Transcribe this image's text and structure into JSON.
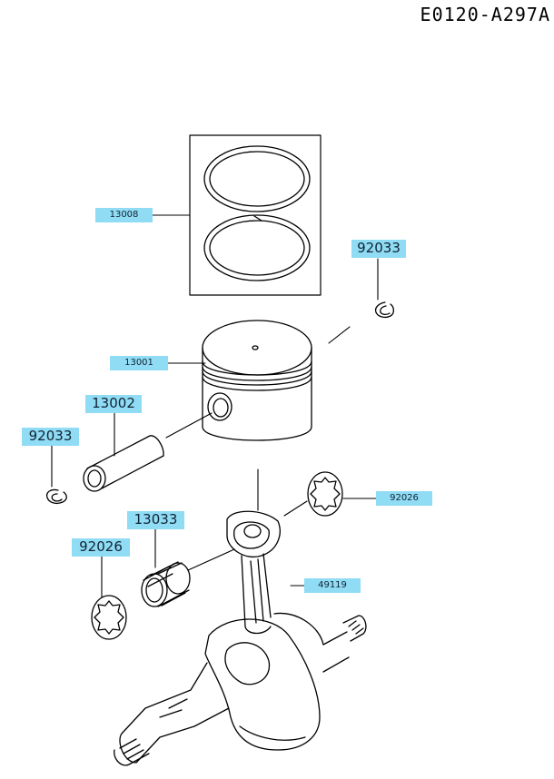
{
  "diagram_code": "E0120-A297A",
  "callouts": {
    "piston_ring_set": "13008",
    "piston": "13001",
    "piston_pin": "13002",
    "circlip_right": "92033",
    "circlip_left": "92033",
    "needle_bearing": "13033",
    "washer_left": "92026",
    "washer_right": "92026",
    "connecting_rod": "49119"
  }
}
